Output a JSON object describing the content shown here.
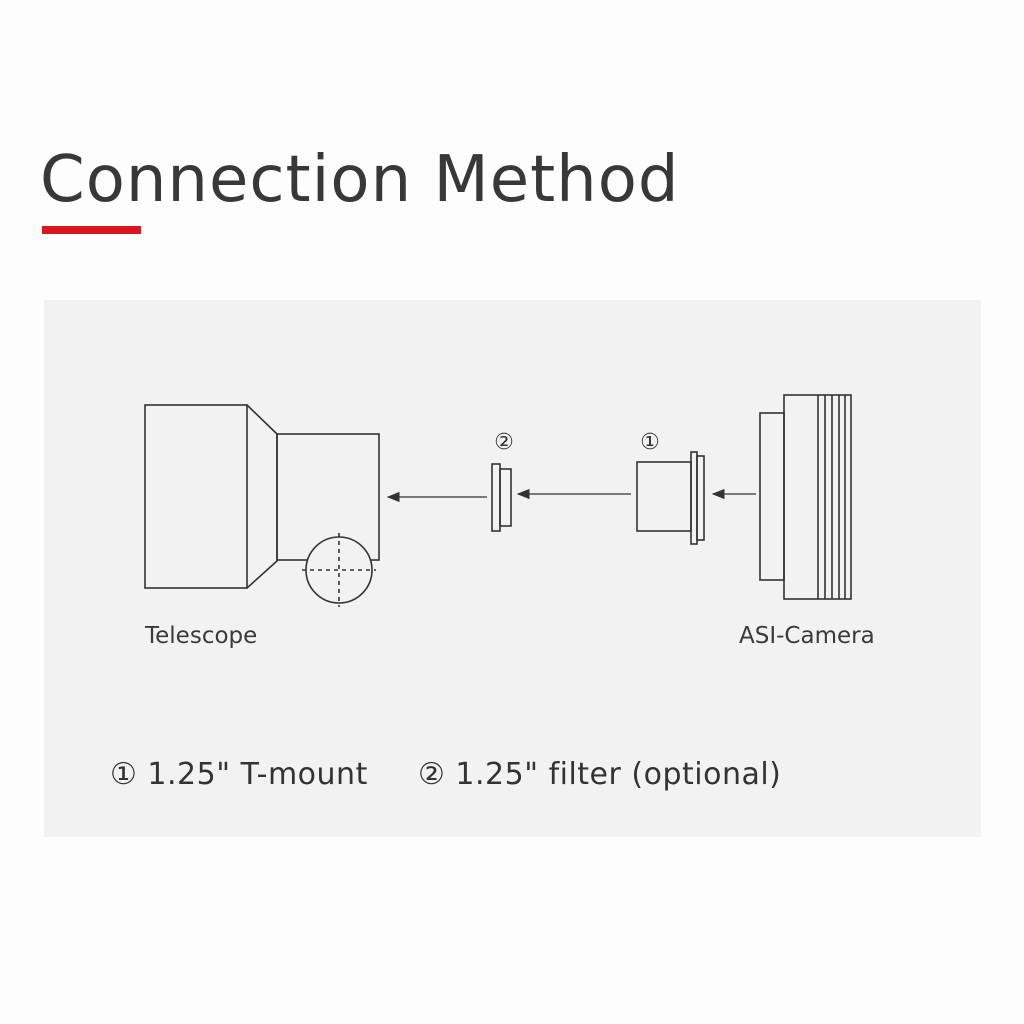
{
  "title": "Connection Method",
  "colors": {
    "accent": "#d9161c",
    "panel": "#f2f2f2",
    "line": "#333333"
  },
  "components": {
    "telescope": "Telescope",
    "camera": "ASI-Camera"
  },
  "markers": {
    "tmount": "①",
    "filter": "②"
  },
  "legend": {
    "tmount": "① 1.25\" T-mount",
    "filter": "② 1.25\" filter (optional)"
  }
}
